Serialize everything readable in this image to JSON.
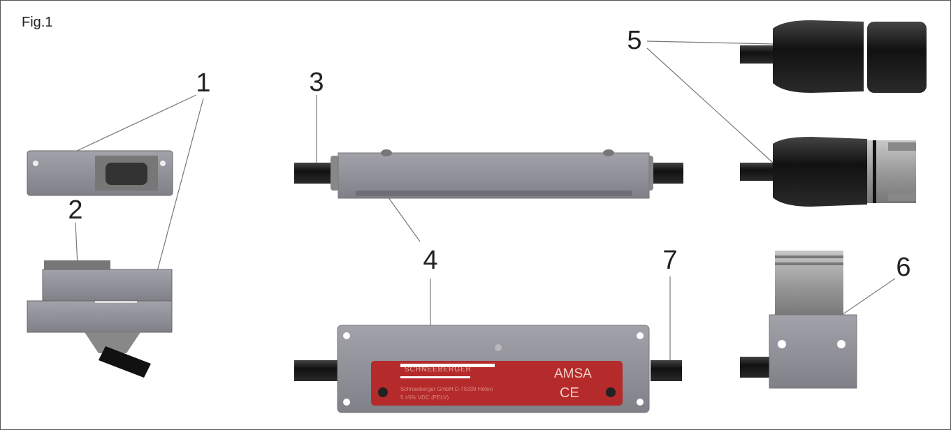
{
  "figure_label": "Fig.1",
  "callouts": [
    "1",
    "2",
    "3",
    "4",
    "5",
    "6",
    "7"
  ],
  "plate": {
    "logo": "SCHNEEBERGER",
    "model": "AMSA",
    "address": "Schneeberger GmbH D-75339 Höfen",
    "supply": "5 ±5% VDC (PELV)",
    "mark": "CE"
  },
  "colors": {
    "housing": "#8e8e96",
    "cable": "#222222",
    "plate": "#b52a2a",
    "line": "#777777"
  }
}
